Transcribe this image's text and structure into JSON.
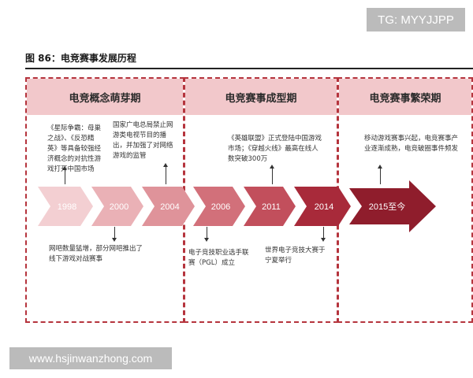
{
  "watermarks": {
    "top": "TG: MYYJJPP",
    "bottom": "www.hsjinwanzhong.com"
  },
  "figure_title": "图 86：电竞赛事发展历程",
  "stages": [
    {
      "name": "电竞概念萌芽期"
    },
    {
      "name": "电竞赛事成型期"
    },
    {
      "name": "电竞赛事繁荣期"
    }
  ],
  "years": [
    "1998",
    "2000",
    "2004",
    "2006",
    "2011",
    "2014",
    "2015至今"
  ],
  "notes": {
    "n2000": "《星际争霸：母巢之战》、《反恐精英》等具备较强经济概念的对抗性游戏打开中国市场",
    "n2004": "国家广电总局禁止网游类电视节目的播出，并加强了对网络游戏的监管",
    "n2011": "《英雄联盟》正式登陆中国游戏市场；《穿越火线》最高在线人数突破300万",
    "n2015": "移动游戏赛事兴起，电竞赛事产业逐渐成熟，电竞破圈事件频发",
    "n2000b": "网吧数量猛增，部分网吧推出了线下游戏对战赛事",
    "n2006": "电子竞技职业选手联赛（PGL）成立",
    "n2014": "世界电子竞技大赛于宁夏举行"
  },
  "colors": {
    "chevrons": [
      "#f3cfd2",
      "#eab1b6",
      "#df939a",
      "#d2707a",
      "#c24f5c",
      "#a82a3a",
      "#8f1d2c"
    ],
    "border": "#b5343d",
    "header_fill": "#f2c8cb"
  }
}
